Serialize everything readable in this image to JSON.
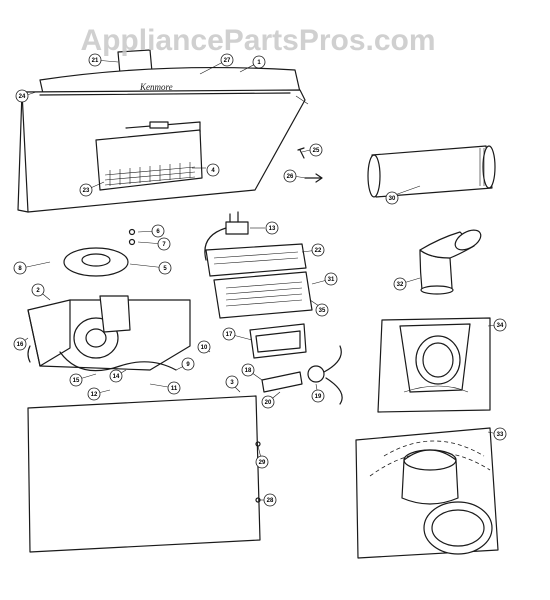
{
  "watermark": {
    "text": "AppliancePartsPros.com",
    "color": "#c8c8c8"
  },
  "diagram": {
    "brand_label": "Kenmore",
    "ink_color": "#1a1a1a",
    "callouts": [
      "1",
      "2",
      "3",
      "4",
      "5",
      "6",
      "7",
      "8",
      "9",
      "10",
      "11",
      "12",
      "13",
      "14",
      "15",
      "16",
      "17",
      "18",
      "19",
      "20",
      "21",
      "22",
      "23",
      "24",
      "25",
      "26",
      "27",
      "28",
      "29",
      "30",
      "31",
      "32",
      "33",
      "34",
      "35"
    ]
  }
}
